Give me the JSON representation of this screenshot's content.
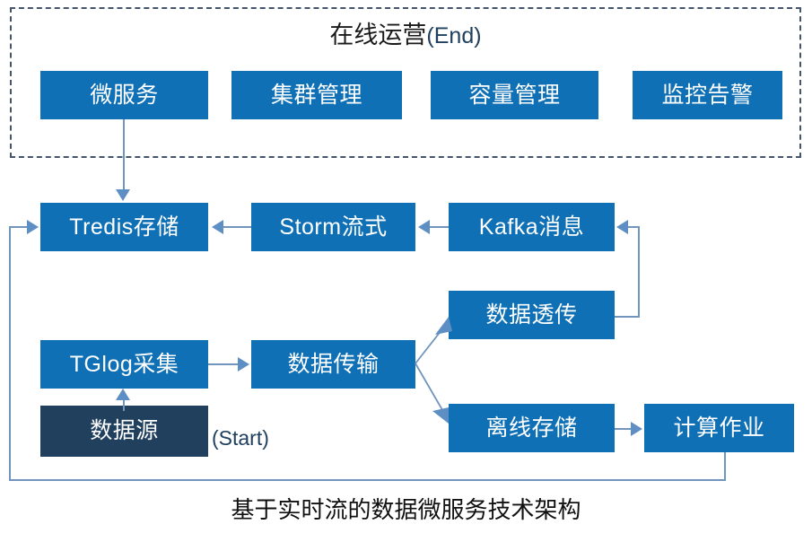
{
  "colors": {
    "node_blue": "#0f70b6",
    "node_dark": "#20405e",
    "connector": "#7195bd",
    "arrowhead": "#5e8fc4",
    "group_border": "#45566b",
    "caption_text": "#111111",
    "annotation_text": "#20405e",
    "canvas": "#ffffff"
  },
  "group": {
    "title_main": "在线运营",
    "title_suffix": "(End)"
  },
  "nodes": {
    "microservice": "微服务",
    "cluster_mgmt": "集群管理",
    "capacity_mgmt": "容量管理",
    "monitor_alert": "监控告警",
    "tredis_storage": "Tredis存储",
    "storm_stream": "Storm流式",
    "kafka_message": "Kafka消息",
    "data_passthrough": "数据透传",
    "tglog_collect": "TGlog采集",
    "data_transfer": "数据传输",
    "offline_storage": "离线存储",
    "compute_job": "计算作业",
    "data_source": "数据源"
  },
  "annotations": {
    "start": "(Start)"
  },
  "caption": "基于实时流的数据微服务技术架构",
  "diagram": {
    "type": "flow-diagram",
    "edges": [
      {
        "from": "微服务",
        "to": "Tredis存储",
        "direction": "down"
      },
      {
        "from": "Storm流式",
        "to": "Tredis存储",
        "direction": "left"
      },
      {
        "from": "Kafka消息",
        "to": "Storm流式",
        "direction": "left"
      },
      {
        "from": "数据透传",
        "to": "Kafka消息",
        "direction": "loop-right-up-left"
      },
      {
        "from": "数据源",
        "to": "TGlog采集",
        "direction": "up"
      },
      {
        "from": "TGlog采集",
        "to": "数据传输",
        "direction": "right"
      },
      {
        "from": "数据传输",
        "to": "数据透传",
        "direction": "diagonal-up-right"
      },
      {
        "from": "数据传输",
        "to": "离线存储",
        "direction": "diagonal-down-right"
      },
      {
        "from": "离线存储",
        "to": "计算作业",
        "direction": "right"
      },
      {
        "from": "计算作业",
        "to": "Tredis存储",
        "direction": "loop-down-left-up"
      }
    ]
  }
}
